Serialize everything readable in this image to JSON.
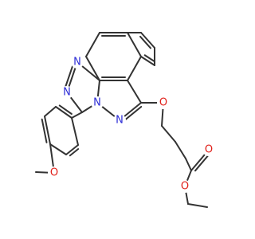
{
  "molecule": {
    "colors": {
      "bond": "#333333",
      "N": "#2c2cd6",
      "O": "#e0201a",
      "C": "#333333"
    },
    "atoms": [
      {
        "id": "N1",
        "element": "N",
        "label": "N"
      },
      {
        "id": "N2",
        "element": "N",
        "label": "N"
      },
      {
        "id": "N3",
        "element": "N",
        "label": "N"
      },
      {
        "id": "N4",
        "element": "N",
        "label": "N"
      },
      {
        "id": "O_aryl",
        "element": "O",
        "label": "O"
      },
      {
        "id": "O_methoxy",
        "element": "O",
        "label": "O"
      },
      {
        "id": "O_carbonyl",
        "element": "O",
        "label": "O"
      },
      {
        "id": "O_ester",
        "element": "O",
        "label": "O"
      }
    ]
  }
}
